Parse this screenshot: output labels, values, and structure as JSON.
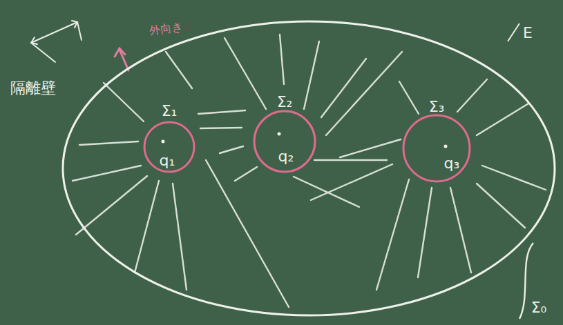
{
  "diagram": {
    "nodes": [
      {
        "text": [
          "Σ₀"
        ]
      },
      {
        "text": [
          "Σ₁",
          "q₁"
        ],
        "in": 0
      },
      {
        "text": [
          "Σ₂",
          "q₂"
        ],
        "in": 0
      },
      {
        "text": [
          "Σ₃",
          "q₃"
        ],
        "in": 0
      }
    ],
    "labels": [
      "隔離壁",
      "外向き",
      "E"
    ]
  }
}
